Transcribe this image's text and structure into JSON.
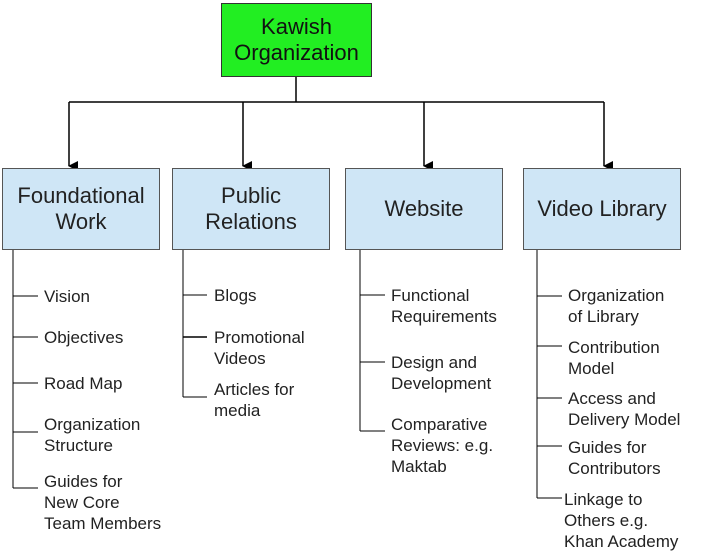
{
  "root": {
    "label": "Kawish\nOrganization",
    "color": "#22ee22"
  },
  "branch_color": "#cfe6f6",
  "branches": [
    {
      "label": "Foundational\nWork",
      "items": [
        "Vision",
        "Objectives",
        "Road Map",
        "Organization\nStructure",
        "Guides for\nNew Core\nTeam Members"
      ]
    },
    {
      "label": "Public\nRelations",
      "items": [
        "Blogs",
        "Promotional\nVideos",
        "Articles for\nmedia"
      ]
    },
    {
      "label": "Website",
      "items": [
        "Functional\nRequirements",
        "Design and\nDevelopment",
        "Comparative\nReviews: e.g.\nMaktab"
      ]
    },
    {
      "label": "Video Library",
      "items": [
        "Organization\nof Library",
        "Contribution\nModel",
        "Access and\nDelivery Model",
        "Guides for\nContributors",
        "Linkage to\nOthers e.g.\nKhan Academy"
      ]
    }
  ]
}
